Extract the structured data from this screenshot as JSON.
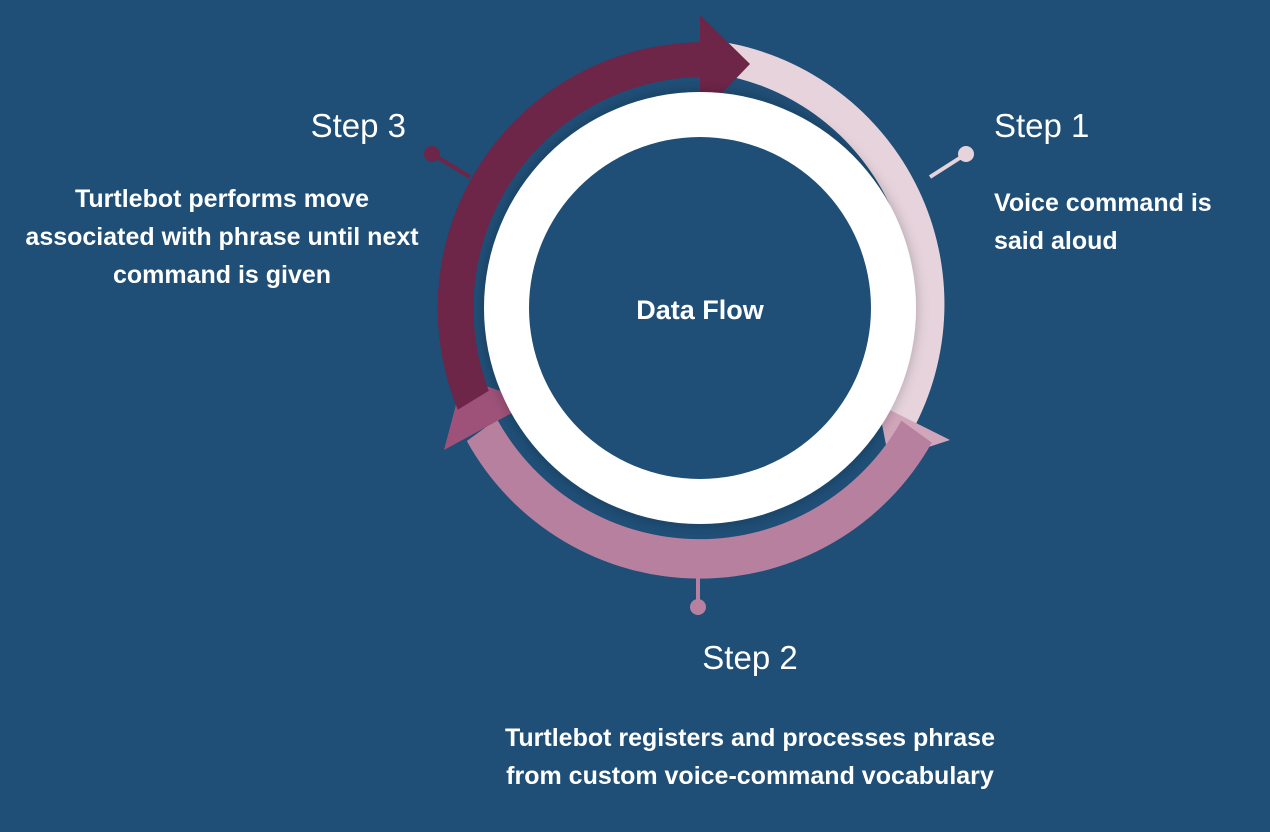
{
  "diagram": {
    "center_label": "Data Flow",
    "colors": {
      "background": "#1f4e76",
      "inner_disc": "#1f4e76",
      "white_ring": "#ffffff",
      "segment_step1": "#e6d3dc",
      "arrowhead_step1": "#d1a6bb",
      "segment_step2": "#b8809f",
      "arrowhead_step2": "#9e5279",
      "segment_step3": "#6d2548",
      "arrowhead_step3": "#6d2548",
      "text": "#ffffff"
    },
    "steps": [
      {
        "id": "step1",
        "title": "Step 1",
        "description": "Voice command is said aloud"
      },
      {
        "id": "step2",
        "title": "Step 2",
        "description": "Turtlebot registers and processes phrase from custom voice-command vocabulary"
      },
      {
        "id": "step3",
        "title": "Step 3",
        "description": "Turtlebot performs move associated with phrase until next command is given"
      }
    ]
  }
}
